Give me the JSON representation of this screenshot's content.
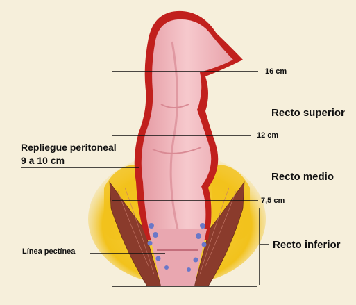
{
  "figure": {
    "levels": {
      "l16": "16 cm",
      "l12": "12 cm",
      "l75": "7,5 cm"
    },
    "regions": {
      "superior": "Recto superior",
      "medio": "Recto medio",
      "inferior": "Recto inferior"
    },
    "peritoneal_fold": {
      "line1": "Repliegue peritoneal",
      "line2": "9 a 10 cm"
    },
    "pectinate_line": "Línea pectínea"
  },
  "colors": {
    "background": "#f6efdb",
    "fat": "#f2c21c",
    "muscle": "#8a3b2c",
    "rectal_wall": "#c1201d",
    "mucosa": "#f1b9bf",
    "veins": "#6a78c8",
    "lines": "#111111"
  }
}
